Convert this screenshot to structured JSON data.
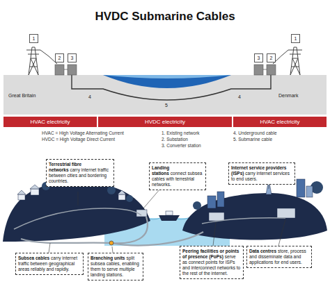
{
  "diagram": {
    "title": "HVDC Submarine Cables",
    "nodes": [
      {
        "text": [
          "1"
        ]
      },
      {
        "text": [
          "2"
        ]
      },
      {
        "text": [
          "3"
        ]
      },
      {
        "text": [
          "3"
        ]
      },
      {
        "text": [
          "2"
        ]
      },
      {
        "text": [
          "1"
        ]
      },
      {
        "text": [
          "HVAC electricity"
        ]
      },
      {
        "text": [
          "HVDC electricity"
        ]
      },
      {
        "text": [
          "HVAC electricity"
        ]
      },
      {
        "text": [
          "Terrestrial fibre networks",
          "carry internet traffic between cities and bordering countries."
        ]
      },
      {
        "text": [
          "Landing stations",
          "connect subsea cables with terrestrial networks."
        ]
      },
      {
        "text": [
          "Internet service providers (ISPs)",
          "carry internet services to end users."
        ]
      },
      {
        "text": [
          "Subsea cables",
          "carry internet traffic between geographical areas reliably and rapidly."
        ]
      },
      {
        "text": [
          "Branching units",
          "split subsea cables, enabling them to serve multiple landing stations."
        ]
      },
      {
        "text": [
          "Peering facilities or points of presence (PoPs)",
          "serve as connect points for ISPs and interconnect networks to the rest of the internet."
        ]
      },
      {
        "text": [
          "Data centres",
          "store, process and disseminate data and applications for end users."
        ]
      }
    ],
    "labels": [
      "Great Britain",
      "Denmark",
      "4",
      "4",
      "5",
      "HVAC = High Voltage Alternating Current",
      "HVDC = High Voltage Direct Current",
      "1. Existing network",
      "2. Substation",
      "3. Converter station",
      "4. Underground cable",
      "5. Submarine cable"
    ]
  }
}
